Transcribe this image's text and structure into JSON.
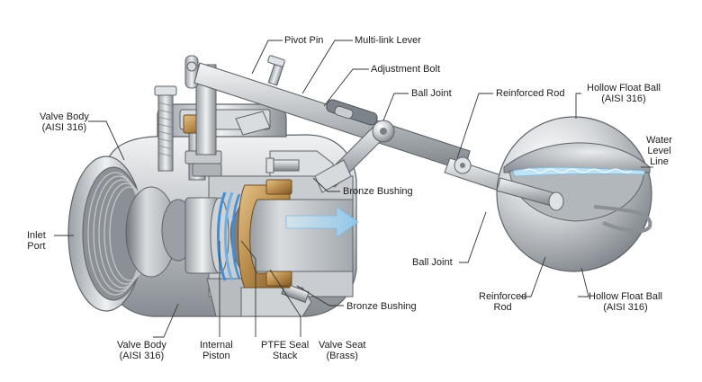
{
  "labels": {
    "pivot_pin": "Pivot Pin",
    "multi_link_lever": "Multi-link Lever",
    "adjustment_bolt": "Adjustment Bolt",
    "ball_joint_top": "Ball Joint",
    "reinforced_rod_top": "Reinforced Rod",
    "hollow_float_ball_top": [
      "Hollow Float Ball",
      "(AISI 316)"
    ],
    "water_level_line": [
      "Water",
      "Level",
      "Line"
    ],
    "valve_body_top": [
      "Valve Body",
      "(AISI 316)"
    ],
    "inlet_port": [
      "Inlet",
      "Port"
    ],
    "bronze_bushing_top": "Bronze Bushing",
    "bronze_bushing_bottom": "Bronze Bushing",
    "ball_joint_bottom": "Ball Joint",
    "reinforced_rod_bottom": [
      "Reinforced",
      "Rod"
    ],
    "hollow_float_ball_bottom": [
      "Hollow Float Ball",
      "(AISI 316)"
    ],
    "valve_body_bottom": [
      "Valve Body",
      "(AISI 316)"
    ],
    "internal_piston": [
      "Internal",
      "Piston"
    ],
    "ptfe_seal_stack": [
      "PTFE Seal",
      "Stack"
    ],
    "valve_seat": [
      "Valve Seat",
      "(Brass)"
    ]
  },
  "colors": {
    "steel_light": "#e4e6e8",
    "steel_mid": "#b8bcc0",
    "steel_dark": "#6f757b",
    "cut_face": "#c9ccd0",
    "bronze": "#b88a4a",
    "ptfe_seal": "#3f8fd6",
    "water": "#bfe2f5",
    "flow_arrow": "#a9d4ef",
    "leader_line": "#333333"
  },
  "icons": {
    "flow_direction": "arrow-right-icon"
  }
}
